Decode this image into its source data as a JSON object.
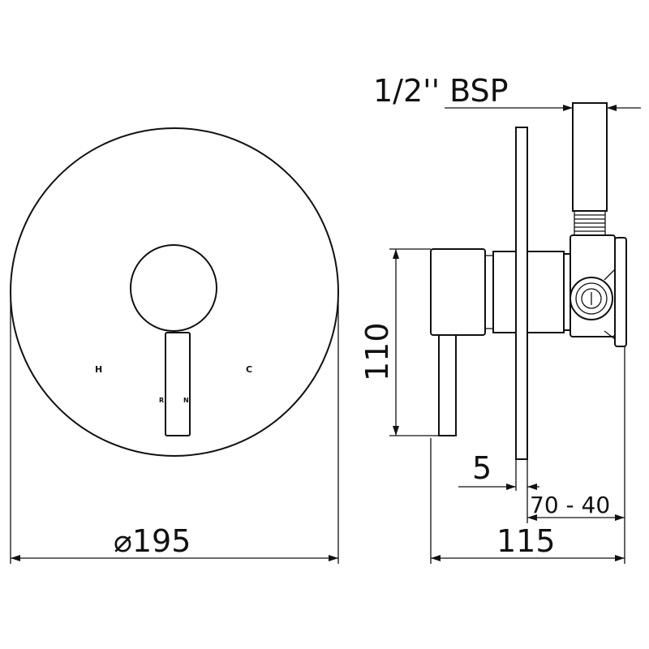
{
  "front_view": {
    "hot_label": "H",
    "cold_label": "C",
    "lever_text_left": "R",
    "lever_text_right": "N"
  },
  "dimensions": {
    "diameter": "⌀195",
    "height": "110",
    "thread": "1/2'' BSP",
    "plate_gap": "5",
    "wall_depth": "70 - 40",
    "total_depth": "115"
  },
  "colors": {
    "line": "#111111",
    "background": "#ffffff"
  }
}
